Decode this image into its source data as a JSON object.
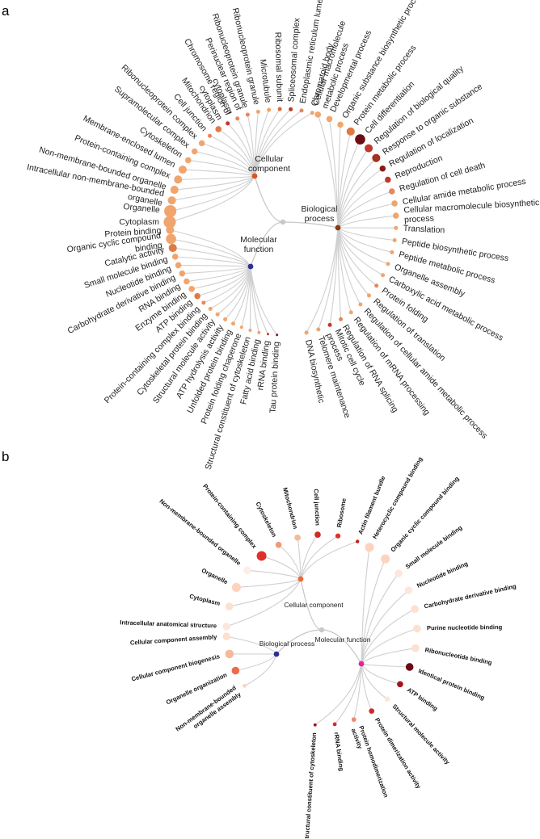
{
  "colors": {
    "edge": "#cfcfcf",
    "root": "#c8c8c8",
    "a_cellular_component": "#e0531f",
    "a_biological_process": "#8b3a0f",
    "a_molecular_function": "#2d3196",
    "b_cellular_component": "#ea6a36",
    "b_biological_process": "#2d2d96",
    "b_molecular_function": "#e8209a"
  },
  "panels": [
    {
      "letter": "a",
      "categories": [
        {
          "name": "Cellular\ncomponent",
          "color_key": "a_cellular_component",
          "leaves": [
            {
              "label": "Cytoplasm",
              "size": 3,
              "color": "#f0a56f"
            },
            {
              "label": "Organelle",
              "size": 3,
              "color": "#f0a56f"
            },
            {
              "label": "Intracellular non-membrane-bounded\norganelle",
              "size": 2,
              "color": "#f0a56f"
            },
            {
              "label": "Non-membrane-bounded organelle",
              "size": 2,
              "color": "#f0a56f"
            },
            {
              "label": "Protein-containing complex",
              "size": 2,
              "color": "#f0a56f"
            },
            {
              "label": "Membrane-enclosed lumen",
              "size": 2,
              "color": "#f0a56f"
            },
            {
              "label": "Cytoskeleton",
              "size": 1.5,
              "color": "#f0a56f"
            },
            {
              "label": "Supramolecular complex",
              "size": 1.5,
              "color": "#f0a56f"
            },
            {
              "label": "Ribonucleoprotein complex",
              "size": 1.5,
              "color": "#f0a56f"
            },
            {
              "label": "Cell junction",
              "size": 1,
              "color": "#e8875a"
            },
            {
              "label": "Mitochondrion",
              "size": 1.5,
              "color": "#e07a45"
            },
            {
              "label": "Chromosome region of\ncytoplasm",
              "size": 1,
              "color": "#c0392b"
            },
            {
              "label": "Perinuclear region of\ncytoplasm",
              "size": 1,
              "color": "#e8875a"
            },
            {
              "label": "Ribonucleoprotein granule",
              "size": 1,
              "color": "#e8875a"
            },
            {
              "label": "Ribonucleoprotein granule",
              "size": 1,
              "color": "#f0a56f"
            },
            {
              "label": "Microtubule",
              "size": 1,
              "color": "#f0a56f"
            },
            {
              "label": "Ribosomal subunit",
              "size": 1,
              "color": "#d96a3d"
            },
            {
              "label": "Spliceosomal complex",
              "size": 1,
              "color": "#c0392b"
            },
            {
              "label": "Endoplasmic reticulum lumen",
              "size": 1,
              "color": "#e8875a"
            },
            {
              "label": "Chromatoid body",
              "size": 1,
              "color": "#f0a56f"
            }
          ]
        },
        {
          "name": "Biological\nprocess",
          "color_key": "a_biological_process",
          "leaves": [
            {
              "label": "Cellular macromolecule\nmetabolic process",
              "size": 1.5,
              "color": "#f0a56f"
            },
            {
              "label": "Developmental process",
              "size": 1.5,
              "color": "#f0a56f"
            },
            {
              "label": "Organic substance biosynthetic process",
              "size": 1.5,
              "color": "#f0a56f"
            },
            {
              "label": "Protein metabolic process",
              "size": 2,
              "color": "#e07a45"
            },
            {
              "label": "Cell differentiation",
              "size": 2.5,
              "color": "#6b0f12"
            },
            {
              "label": "Regulation of biological quality",
              "size": 2,
              "color": "#c0392b"
            },
            {
              "label": "Response to organic substance",
              "size": 2,
              "color": "#a5311f"
            },
            {
              "label": "Regulation of localization",
              "size": 1.5,
              "color": "#8b1a14"
            },
            {
              "label": "Reproduction",
              "size": 1.5,
              "color": "#c0392b"
            },
            {
              "label": "Regulation of cell death",
              "size": 1.5,
              "color": "#e8875a"
            },
            {
              "label": "Cellular amide metabolic process",
              "size": 1.5,
              "color": "#f0a56f"
            },
            {
              "label": "Cellular macromolecule biosynthetic\nprocess",
              "size": 1.5,
              "color": "#f0a56f"
            },
            {
              "label": "Translation",
              "size": 1,
              "color": "#f0a56f"
            },
            {
              "label": "Peptide biosynthetic process",
              "size": 1,
              "color": "#f0a56f"
            },
            {
              "label": "Peptide metabolic process",
              "size": 1,
              "color": "#f0a56f"
            },
            {
              "label": "Organelle assembly",
              "size": 1,
              "color": "#f0a56f"
            },
            {
              "label": "Carboxylic acid metabolic process",
              "size": 1,
              "color": "#f0a56f"
            },
            {
              "label": "Protein folding",
              "size": 1,
              "color": "#e8875a"
            },
            {
              "label": "Regulation of translation",
              "size": 1,
              "color": "#f0a56f"
            },
            {
              "label": "Regulation of cellular amide metabolic process",
              "size": 1,
              "color": "#f0a56f"
            },
            {
              "label": "Regulation of mRNA processing",
              "size": 1,
              "color": "#f0a56f"
            },
            {
              "label": "Regulation of RNA splicing",
              "size": 1,
              "color": "#e8875a"
            },
            {
              "label": "Mitotic cell cycle\nprocess",
              "size": 1,
              "color": "#c0392b"
            },
            {
              "label": "Telomere maintenance",
              "size": 1,
              "color": "#f0a56f"
            },
            {
              "label": "DNA biosynthetic",
              "size": 1,
              "color": "#f0a56f"
            }
          ]
        },
        {
          "name": "Molecular\nfunction",
          "color_key": "a_molecular_function",
          "leaves": [
            {
              "label": "Tau protein binding",
              "size": 0.6,
              "color": "#8b1a14"
            },
            {
              "label": "rRNA binding",
              "size": 0.6,
              "color": "#c0392b"
            },
            {
              "label": "Fatty acid binding",
              "size": 0.8,
              "color": "#f0a56f"
            },
            {
              "label": "Structural constituent of cytoskeleton",
              "size": 0.8,
              "color": "#f0a56f"
            },
            {
              "label": "Protein folding chaperone",
              "size": 0.8,
              "color": "#f0a56f"
            },
            {
              "label": "Unfolded protein binding",
              "size": 1,
              "color": "#f0a56f"
            },
            {
              "label": "ATP hydrolysis activity",
              "size": 1,
              "color": "#f0a56f"
            },
            {
              "label": "Structural molecule activity",
              "size": 1,
              "color": "#f0a56f"
            },
            {
              "label": "Cytoskeletal protein binding",
              "size": 1,
              "color": "#f0a56f"
            },
            {
              "label": "Protein-containing complex binding",
              "size": 1,
              "color": "#e8875a"
            },
            {
              "label": "ATP binding",
              "size": 1.5,
              "color": "#e07a45"
            },
            {
              "label": "Enzyme binding",
              "size": 1.5,
              "color": "#f0a56f"
            },
            {
              "label": "RNA binding",
              "size": 1.5,
              "color": "#f0a56f"
            },
            {
              "label": "Carbohydrate derivative binding",
              "size": 1.5,
              "color": "#f0a56f"
            },
            {
              "label": "Nucleotide binding",
              "size": 1.5,
              "color": "#f0a56f"
            },
            {
              "label": "Small molecule binding",
              "size": 1.5,
              "color": "#f0a56f"
            },
            {
              "label": "Catalytic activity",
              "size": 2,
              "color": "#e07a45"
            },
            {
              "label": "Organic cyclic compound\nbinding",
              "size": 2.5,
              "color": "#f0a56f"
            },
            {
              "label": "Protein binding",
              "size": 2,
              "color": "#f0a56f"
            }
          ]
        }
      ]
    },
    {
      "letter": "b",
      "categories": [
        {
          "name": "Cellular component",
          "color_key": "b_cellular_component",
          "leaves": [
            {
              "label": "Intracellular anatomical structure",
              "size": 2,
              "color": "#fde7dc"
            },
            {
              "label": "Cytoplasm",
              "size": 2,
              "color": "#fde0d0"
            },
            {
              "label": "Organelle",
              "size": 2.3,
              "color": "#fcd3bd"
            },
            {
              "label": "Non-membrane-bounded organelle",
              "size": 2,
              "color": "#fdeee6"
            },
            {
              "label": "Protein-containing complex",
              "size": 2.5,
              "color": "#e0302a"
            },
            {
              "label": "Cytoskeleton",
              "size": 1.6,
              "color": "#f19a78"
            },
            {
              "label": "Mitochondrion",
              "size": 1.6,
              "color": "#f5b99c"
            },
            {
              "label": "Cell junction",
              "size": 1.6,
              "color": "#d42a26"
            },
            {
              "label": "Ribosome",
              "size": 1.3,
              "color": "#e0302a"
            },
            {
              "label": "Actin filament bundle",
              "size": 0.9,
              "color": "#c41a1c"
            }
          ]
        },
        {
          "name": "Biological process",
          "color_key": "b_biological_process",
          "leaves": [
            {
              "label": "Non-membrane-bounded\norganelle assembly",
              "size": 1,
              "color": "#fcd3bd"
            },
            {
              "label": "Organelle organization",
              "size": 2,
              "color": "#ef6a4a"
            },
            {
              "label": "Cellular component biogenesis",
              "size": 2.2,
              "color": "#f7b99c"
            },
            {
              "label": "Cellular component assembly",
              "size": 2,
              "color": "#fde0d0"
            }
          ]
        },
        {
          "name": "Molecular function",
          "color_key": "b_molecular_function",
          "leaves": [
            {
              "label": "Heterocyclic compound binding",
              "size": 2.3,
              "color": "#fcd3bd"
            },
            {
              "label": "Organic cyclic compound binding",
              "size": 2.3,
              "color": "#fcd3bd"
            },
            {
              "label": "Small molecule binding",
              "size": 2,
              "color": "#fde7dc"
            },
            {
              "label": "Nucleotide binding",
              "size": 2,
              "color": "#fde7dc"
            },
            {
              "label": "Carbohydrate derivative binding",
              "size": 2,
              "color": "#fde0d0"
            },
            {
              "label": "Purine nucleotide binding",
              "size": 2,
              "color": "#fde0d0"
            },
            {
              "label": "Ribonucleotide binding",
              "size": 2,
              "color": "#fde0d0"
            },
            {
              "label": "Identical protein binding",
              "size": 2,
              "color": "#6b0a14"
            },
            {
              "label": "ATP binding",
              "size": 1.6,
              "color": "#a5141c"
            },
            {
              "label": "Structural molecule activity",
              "size": 1.4,
              "color": "#fde7dc"
            },
            {
              "label": "Protein dimerization activity",
              "size": 1.4,
              "color": "#d42a26"
            },
            {
              "label": "Protein homodimerization\nactivity",
              "size": 1.2,
              "color": "#ef8a6a"
            },
            {
              "label": "rRNA binding",
              "size": 1,
              "color": "#d42a26"
            },
            {
              "label": "Structural constituent of cytoskeleton",
              "size": 0.8,
              "color": "#a5141c"
            }
          ]
        }
      ]
    }
  ]
}
